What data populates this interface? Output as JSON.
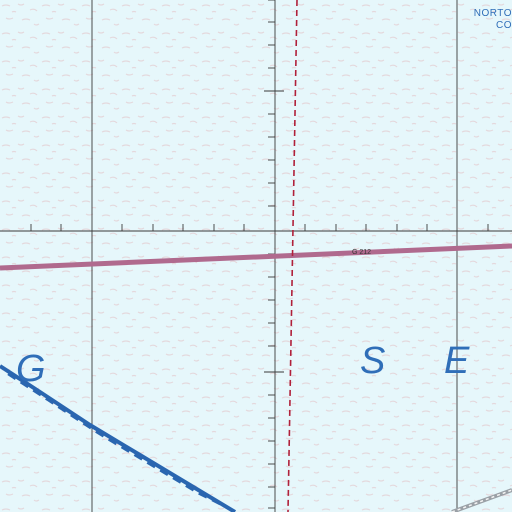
{
  "map": {
    "colors": {
      "ice": "#e6f7fb",
      "grid": "#3a3a3a",
      "road": "#b06a8e",
      "boundary": "#b0203a",
      "coast": "#2a66b0",
      "label": "#2f6eb8",
      "gray_road": "#9aa0a6"
    },
    "letters": {
      "g": "G",
      "s": "S",
      "e": "E"
    },
    "corner_label": {
      "line1": "NORTO",
      "line2": "CO"
    },
    "road_ref": "G 212"
  }
}
